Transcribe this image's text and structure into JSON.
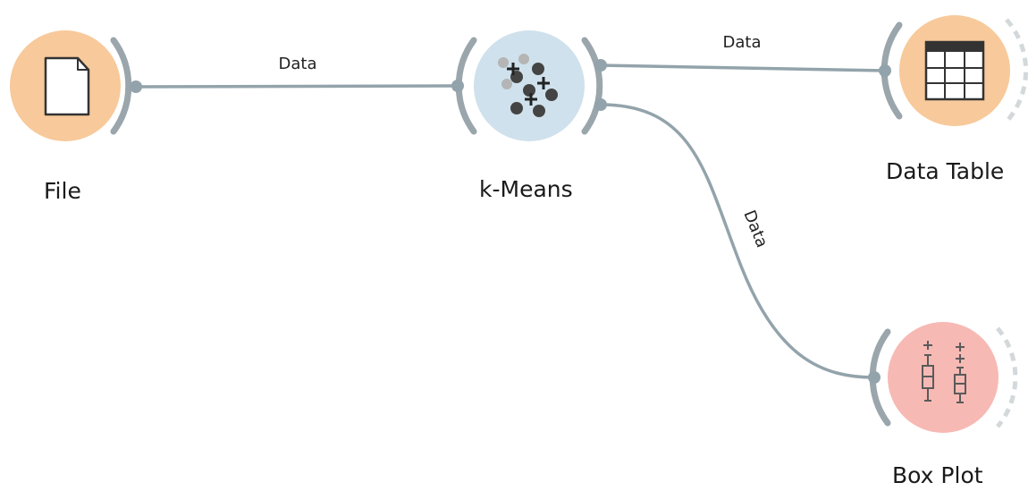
{
  "canvas": {
    "background": "#ffffff",
    "link_color": "#93a3ab",
    "channel_color": "#9aa6ac"
  },
  "nodes": {
    "file": {
      "label": "File",
      "icon": "document-icon",
      "color": "#f8c99a"
    },
    "kmeans": {
      "label": "k-Means",
      "icon": "scatter-clusters-icon",
      "color": "#cfe1ec"
    },
    "data_table": {
      "label": "Data Table",
      "icon": "table-grid-icon",
      "color": "#f8c99a"
    },
    "box_plot": {
      "label": "Box Plot",
      "icon": "box-plot-icon",
      "color": "#f7b9b4"
    }
  },
  "links": {
    "file_kmeans": {
      "label": "Data"
    },
    "kmeans_table": {
      "label": "Data"
    },
    "kmeans_boxplot": {
      "label": "Data"
    }
  }
}
